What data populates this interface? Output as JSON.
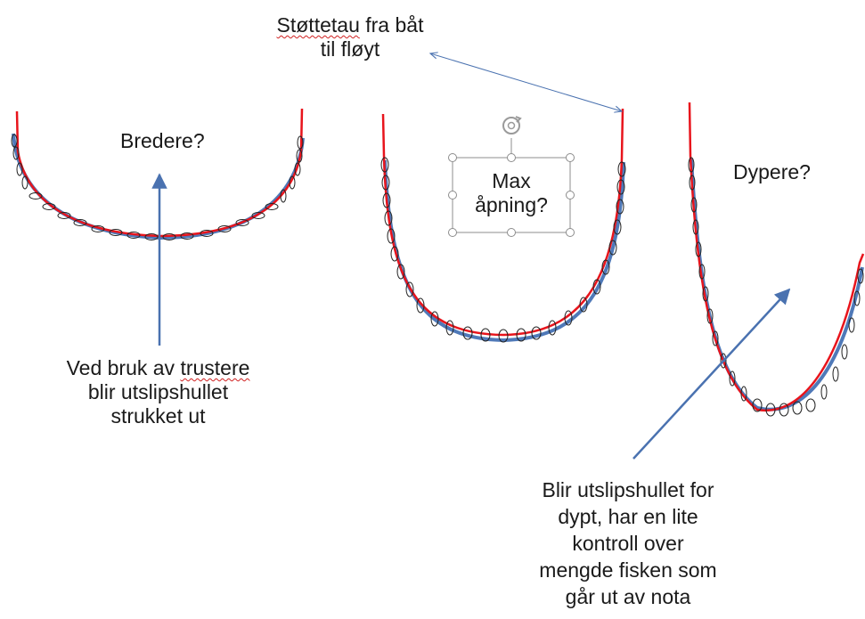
{
  "labels": {
    "support_rope_line1a": "Støttetau",
    "support_rope_line1b": " fra båt",
    "support_rope_line2": "til fløyt",
    "wider": "Bredere?",
    "max_line1": "Max",
    "max_line2": "åpning?",
    "deeper": "Dypere?",
    "thrusters_line1a": "Ved bruk av ",
    "thrusters_line1b": "trustere",
    "thrusters_line2": "blir utslipshullet",
    "thrusters_line3": "strukket ut",
    "bottom_line1": "Blir utslipshullet for",
    "bottom_line2": "dypt, har en lite",
    "bottom_line3": "kontroll over",
    "bottom_line4": "mengde fisken som",
    "bottom_line5": "går ut av nota"
  },
  "colors": {
    "net_line": "#e8141c",
    "net_shadow": "#4f79b8",
    "arrow": "#4a72b0",
    "float_outline": "#222222",
    "selection_frame": "#8c8c8c"
  },
  "icons": [
    "rotate-handle-icon"
  ]
}
